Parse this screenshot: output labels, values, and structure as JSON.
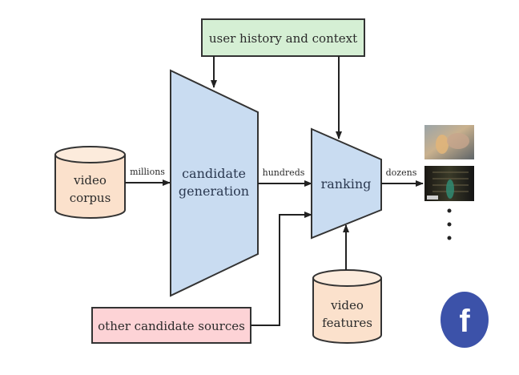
{
  "diagram": {
    "title": "Recommendation system architecture",
    "colors": {
      "user_context_fill": "#d5efd4",
      "candidate_fill": "#c9dcf1",
      "cylinder_fill": "#fbe1cc",
      "other_sources_fill": "#fdd3d6",
      "stroke": "#333333",
      "facebook_blue": "#3c52a9"
    },
    "nodes": {
      "user_context": {
        "label": "user history and context"
      },
      "video_corpus": {
        "label_lines": [
          "video",
          "corpus"
        ]
      },
      "candidate_generation": {
        "label_lines": [
          "candidate",
          "generation"
        ]
      },
      "ranking": {
        "label": "ranking"
      },
      "other_sources": {
        "label": "other candidate sources"
      },
      "video_features": {
        "label_lines": [
          "video",
          "features"
        ]
      }
    },
    "edges": {
      "corpus_to_candidate": {
        "label": "millions"
      },
      "candidate_to_ranking": {
        "label": "hundreds"
      },
      "ranking_to_output": {
        "label": "dozens"
      },
      "context_to_candidate": {
        "label": ""
      },
      "context_to_ranking": {
        "label": ""
      },
      "sources_to_ranking": {
        "label": ""
      },
      "features_to_ranking": {
        "label": ""
      }
    },
    "output": {
      "thumbnails": [
        "video-thumbnail-hand-cup",
        "video-thumbnail-dark-scene"
      ],
      "ellipsis_dots": 3
    },
    "logo": {
      "icon": "facebook-logo-icon",
      "glyph": "f"
    }
  }
}
